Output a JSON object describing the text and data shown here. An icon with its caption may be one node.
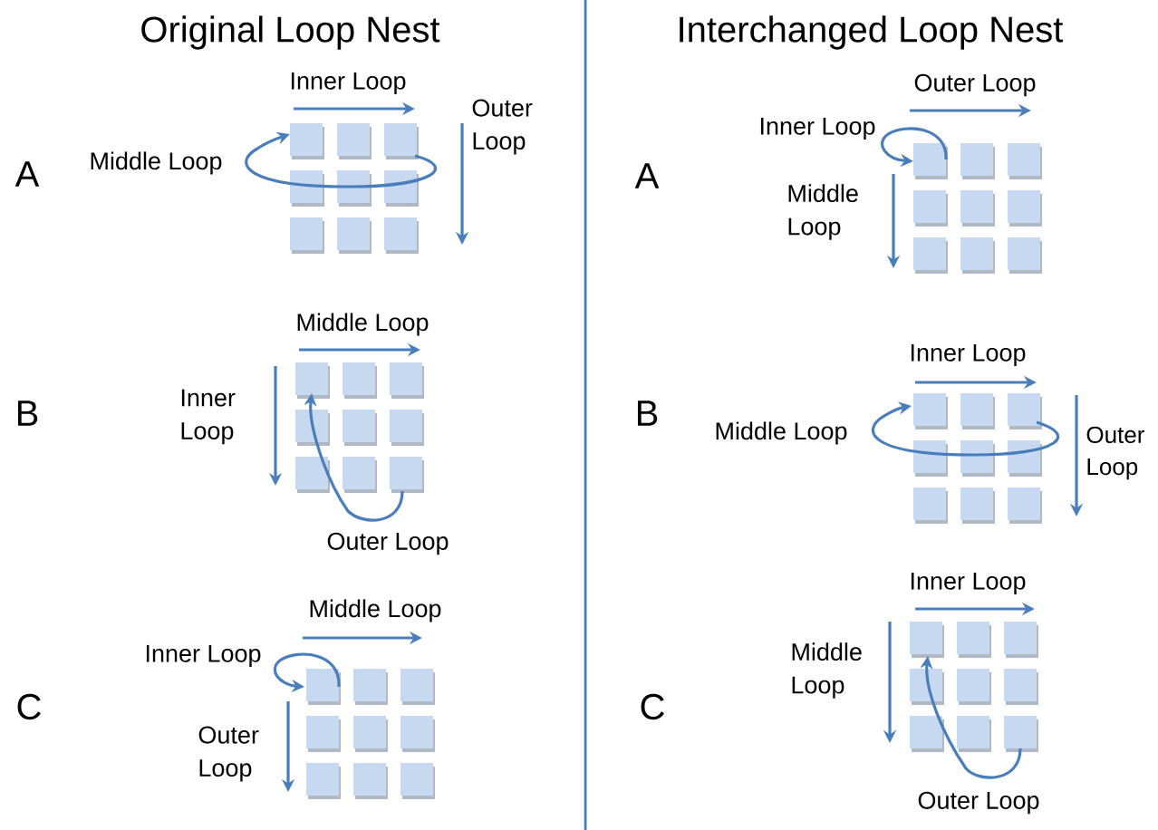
{
  "diagram": {
    "labels": [
      "Original Loop Nest",
      "Interchanged Loop Nest",
      "A",
      "Inner Loop",
      "Middle Loop",
      "Outer Loop",
      "A",
      "Outer Loop",
      "Inner Loop",
      "Middle Loop",
      "B",
      "Middle Loop",
      "Inner Loop",
      "Outer Loop",
      "B",
      "Inner Loop",
      "Middle Loop",
      "Outer Loop",
      "C",
      "Middle Loop",
      "Inner Loop",
      "Outer Loop",
      "C",
      "Inner Loop",
      "Middle Loop",
      "Outer Loop"
    ]
  }
}
